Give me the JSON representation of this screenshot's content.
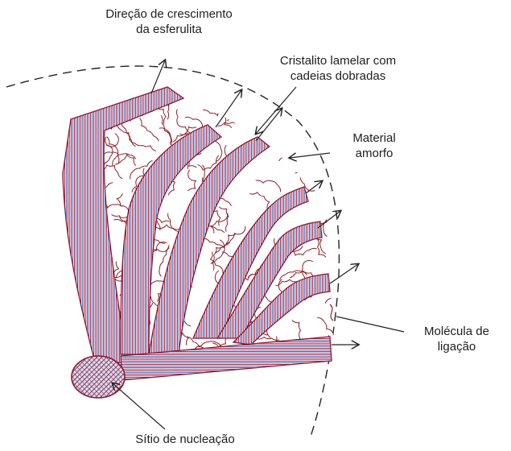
{
  "labels": {
    "growth_direction": [
      "Direção de crescimento",
      "da esferulita"
    ],
    "lamellar_crystallite": [
      "Cristalito lamelar com",
      "cadeias dobradas"
    ],
    "amorphous_material": [
      "Material",
      "amorfo"
    ],
    "tie_molecule": [
      "Molécula de",
      "ligação"
    ],
    "nucleation_site": "Sítio de nucleação"
  },
  "colors": {
    "lamella_fill": "#f3e7ee",
    "lamella_stripe_a": "#b02a4e",
    "lamella_stripe_b": "#5a78b8",
    "outline": "#8b1a33",
    "amorphous_line": "#8c1f2a",
    "pointer": "#222222"
  },
  "icons": [
    "arrow-icon",
    "dashed-boundary"
  ]
}
